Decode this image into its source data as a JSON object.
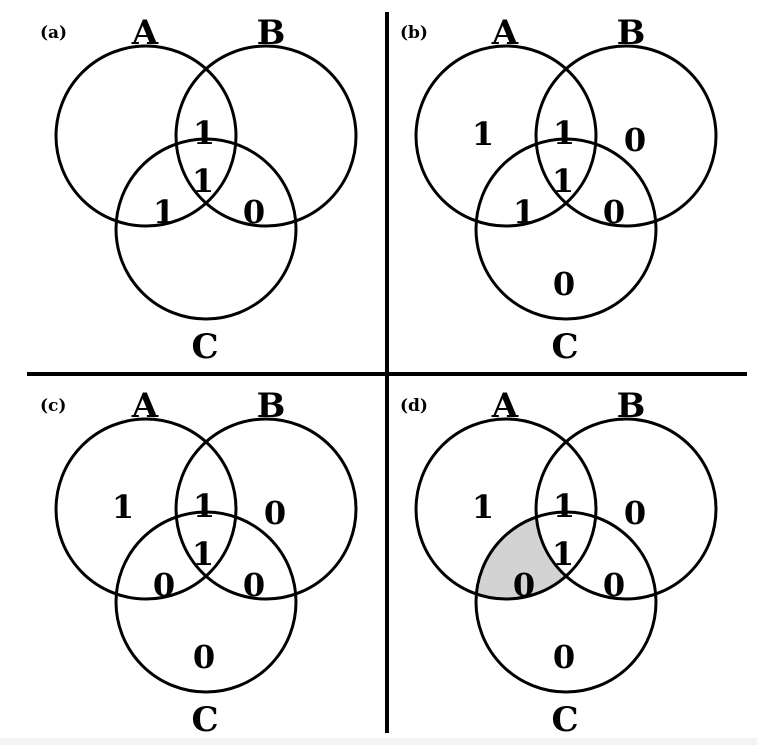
{
  "sets": [
    "A",
    "B",
    "C"
  ],
  "colors": {
    "stroke": "#000000",
    "highlight": "#d3d3d3",
    "background": "#ffffff"
  },
  "panels": [
    {
      "id": "a",
      "tag": "(a)",
      "regions": {
        "AB": "1",
        "ABC": "1",
        "AC": "1",
        "BC": "0"
      }
    },
    {
      "id": "b",
      "tag": "(b)",
      "regions": {
        "A": "1",
        "AB": "1",
        "B": "0",
        "ABC": "1",
        "AC": "1",
        "BC": "0",
        "C": "0"
      }
    },
    {
      "id": "c",
      "tag": "(c)",
      "regions": {
        "A": "1",
        "AB": "1",
        "B": "0",
        "ABC": "1",
        "AC": "0",
        "BC": "0",
        "C": "0"
      }
    },
    {
      "id": "d",
      "tag": "(d)",
      "regions": {
        "A": "1",
        "AB": "1",
        "B": "0",
        "ABC": "1",
        "AC": "0",
        "BC": "0",
        "C": "0"
      },
      "highlight": "AC"
    }
  ]
}
